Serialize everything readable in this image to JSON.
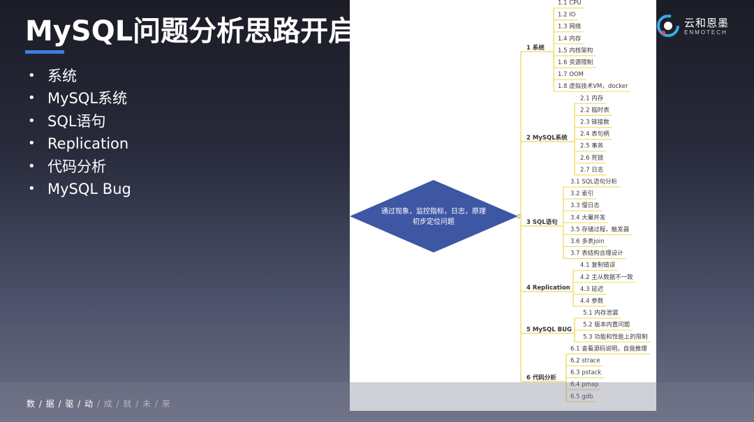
{
  "slide": {
    "title": "MySQL问题分析思路开启",
    "bullets": [
      "系统",
      "MySQL系统",
      "SQL语句",
      "Replication",
      "代码分析",
      "MySQL Bug"
    ],
    "footer_bright": "数 / 据 / 驱 / 动",
    "footer_dim": " / 成 / 就 / 未 / 来"
  },
  "logo": {
    "name": "云和恩墨",
    "sub": "ENMOTECH",
    "icon": "enmotech-logo-icon"
  },
  "mindmap": {
    "root_line1": "通过现象，监控指标，日志，原理",
    "root_line2": "初步定位问题",
    "branches": [
      {
        "label": "1 系统",
        "items": [
          "1.1 CPU",
          "1.2 IO",
          "1.3 网络",
          "1.4 内存",
          "1.5 内核架构",
          "1.6 资源限制",
          "1.7 OOM",
          "1.8 虚拟技术VM，docker"
        ]
      },
      {
        "label": "2 MySQL系统",
        "items": [
          "2.1 内存",
          "2.2 临时表",
          "2.3 链接数",
          "2.4 表句柄",
          "2.5 事务",
          "2.6 死锁",
          "2.7 日志"
        ]
      },
      {
        "label": "3 SQL语句",
        "items": [
          "3.1 SQL语句分析",
          "3.2 索引",
          "3.3 慢日志",
          "3.4 大量并发",
          "3.5 存储过程，触发器",
          "3.6 多表join",
          "3.7 表结构合理设计"
        ]
      },
      {
        "label": "4 Replication",
        "items": [
          "4.1 复制错误",
          "4.2 主从数据不一致",
          "4.3 延迟",
          "4.4 参数"
        ]
      },
      {
        "label": "5 MySQL BUG",
        "items": [
          "5.1 内存泄漏",
          "5.2 版本内置问题",
          "5.3 功能和性能上的限制"
        ]
      },
      {
        "label": "6 代码分析",
        "items": [
          "6.1 查看源码说明，自我推理",
          "6.2 strace",
          "6.3 pstack",
          "6.4 pmap",
          "6.5 gdb"
        ]
      }
    ],
    "colors": {
      "root": "#3d57a4",
      "line": "#f0dd6e"
    }
  }
}
